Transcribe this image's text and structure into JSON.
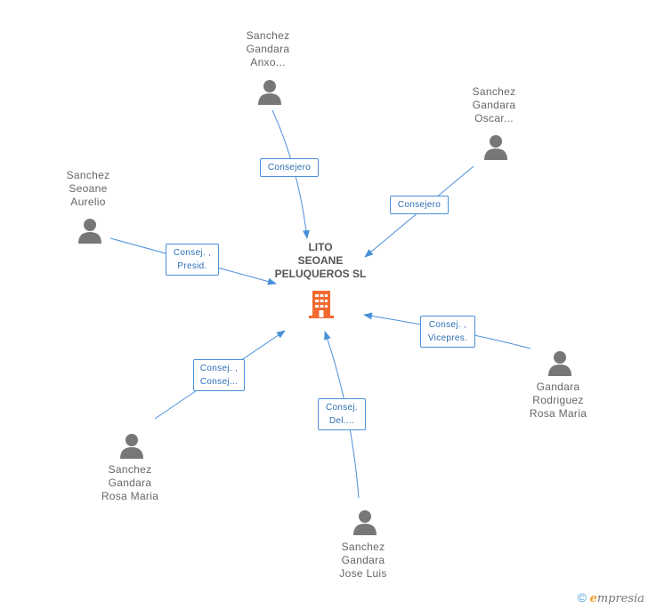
{
  "company": {
    "name_lines": [
      "LITO",
      "SEOANE",
      "PELUQUEROS SL"
    ],
    "icon": "building-icon",
    "color": "#f26a2e"
  },
  "colors": {
    "edge": "#4a90d9",
    "person": "#777777",
    "label": "#666666"
  },
  "people": [
    {
      "id": "p1",
      "name_lines": [
        "Sanchez",
        "Gandara",
        "Anxo..."
      ],
      "role_lines": [
        "Consejero"
      ]
    },
    {
      "id": "p2",
      "name_lines": [
        "Sanchez",
        "Gandara",
        "Oscar..."
      ],
      "role_lines": [
        "Consejero"
      ]
    },
    {
      "id": "p3",
      "name_lines": [
        "Sanchez",
        "Seoane",
        "Aurelio"
      ],
      "role_lines": [
        "Consej. ,",
        "Presid."
      ]
    },
    {
      "id": "p4",
      "name_lines": [
        "Gandara",
        "Rodriguez",
        "Rosa Maria"
      ],
      "role_lines": [
        "Consej. ,",
        "Vicepres."
      ]
    },
    {
      "id": "p5",
      "name_lines": [
        "Sanchez",
        "Gandara",
        "Rosa Maria"
      ],
      "role_lines": [
        "Consej. ,",
        "Consej..."
      ]
    },
    {
      "id": "p6",
      "name_lines": [
        "Sanchez",
        "Gandara",
        "Jose Luis"
      ],
      "role_lines": [
        "Consej.",
        "Del...."
      ]
    }
  ],
  "footer": {
    "copyright": "©",
    "brand_initial": "e",
    "brand_rest": "mpresia"
  }
}
